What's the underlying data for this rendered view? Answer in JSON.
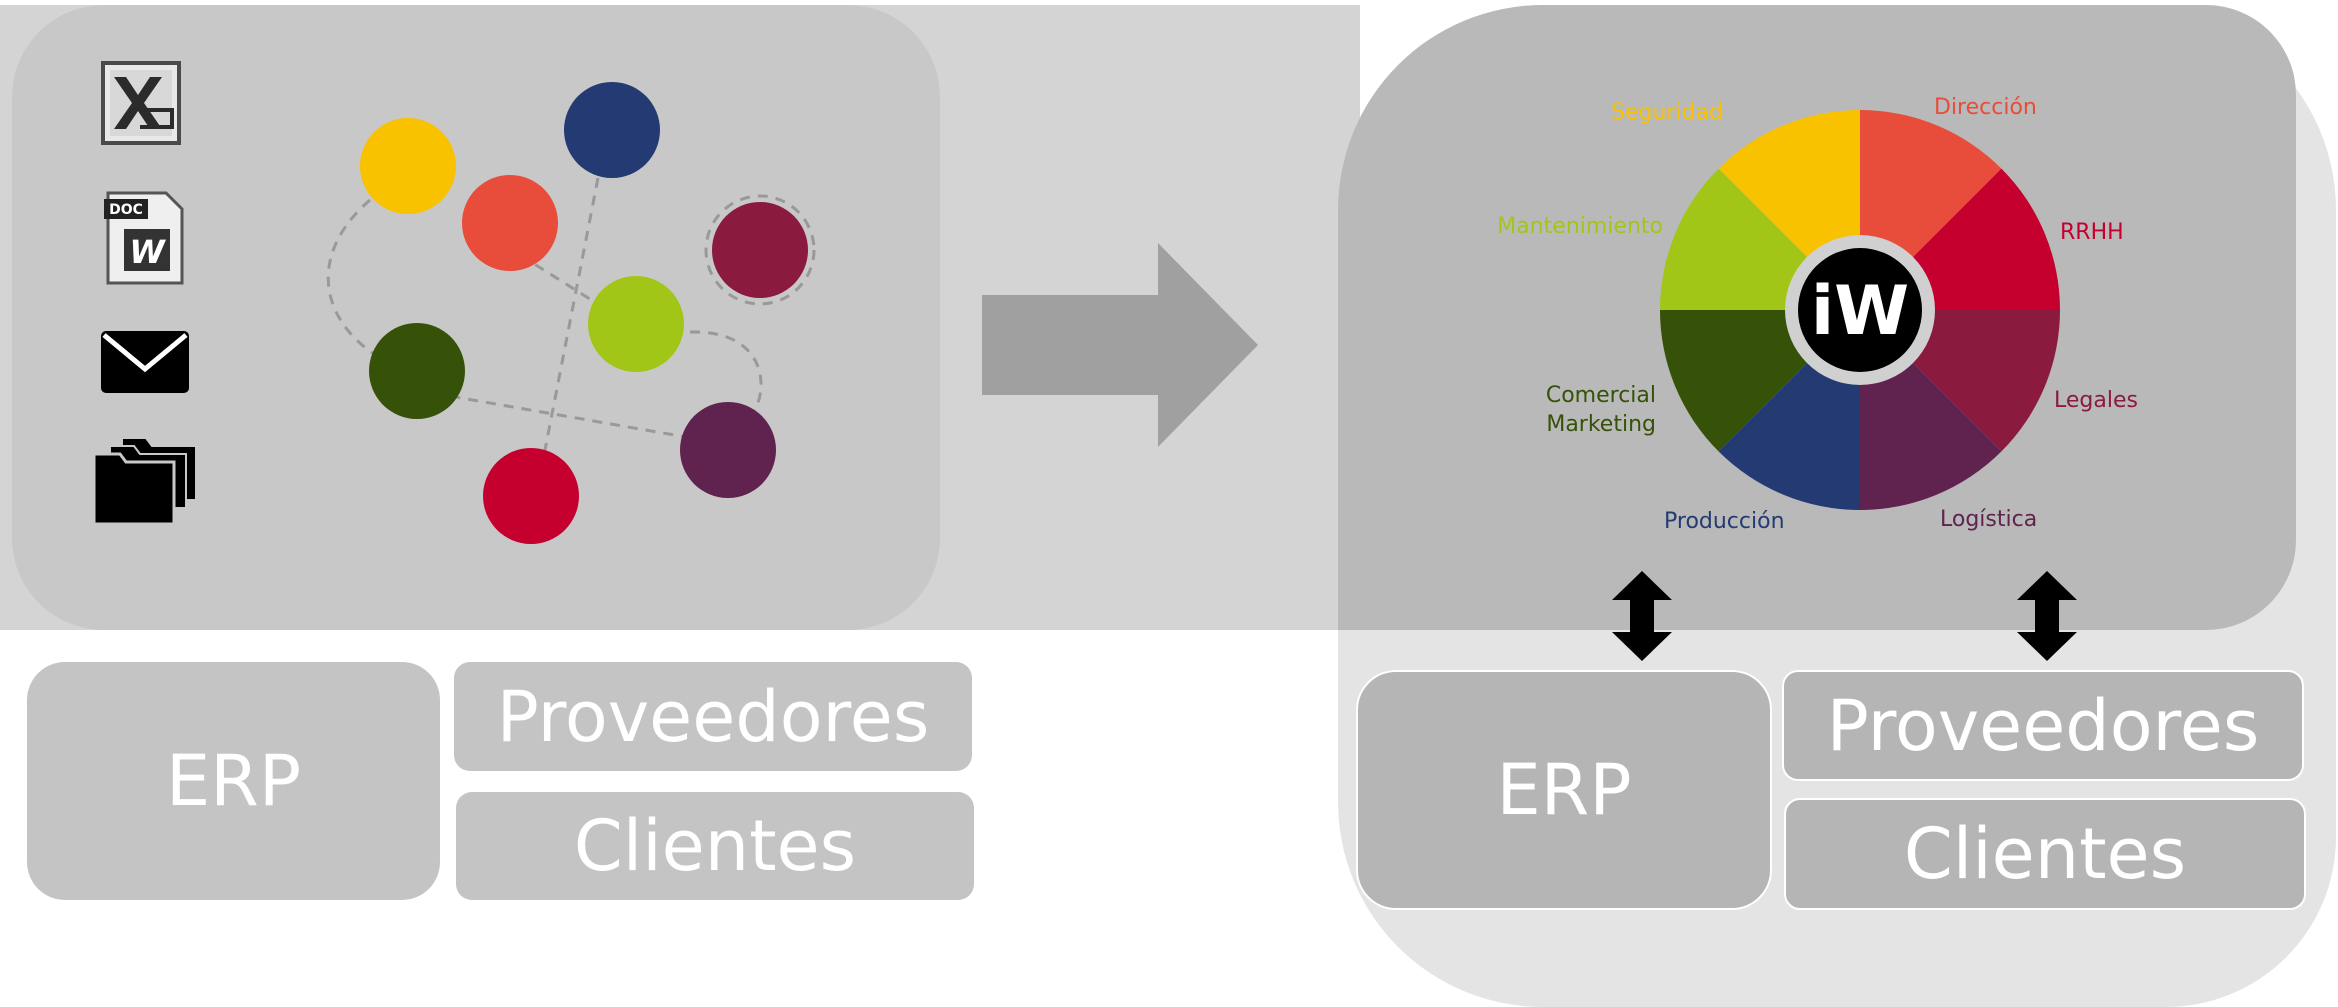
{
  "before": {
    "docs": [
      {
        "icon": "excel-file-icon"
      },
      {
        "icon": "word-doc-file-icon",
        "label": "DOC"
      },
      {
        "icon": "envelope-icon"
      },
      {
        "icon": "folders-icon"
      }
    ],
    "nodes_colors": [
      "#f8c200",
      "#e84c3a",
      "#243a72",
      "#8a1b3f",
      "#a2c617",
      "#355208",
      "#60224f",
      "#c5002f"
    ],
    "boxes": {
      "erp": "ERP",
      "suppliers": "Proveedores",
      "clients": "Clientes"
    }
  },
  "after": {
    "logo": "iW",
    "wheel": [
      {
        "label": "Dirección",
        "color": "#e84c3a"
      },
      {
        "label": "RRHH",
        "color": "#c5002f"
      },
      {
        "label": "Legales",
        "color": "#8a1b3f"
      },
      {
        "label": "Logística",
        "color": "#60224f"
      },
      {
        "label": "Producción",
        "color": "#243a72"
      },
      {
        "label": "Comercial Marketing",
        "lines": [
          "Comercial",
          "Marketing"
        ],
        "color": "#355208"
      },
      {
        "label": "Mantenimiento",
        "color": "#a2c617"
      },
      {
        "label": "Seguridad",
        "color": "#f8c200"
      }
    ],
    "boxes": {
      "erp": "ERP",
      "suppliers": "Proveedores",
      "clients": "Clientes"
    }
  },
  "colors": {
    "arrow": "#a0a0a0"
  }
}
